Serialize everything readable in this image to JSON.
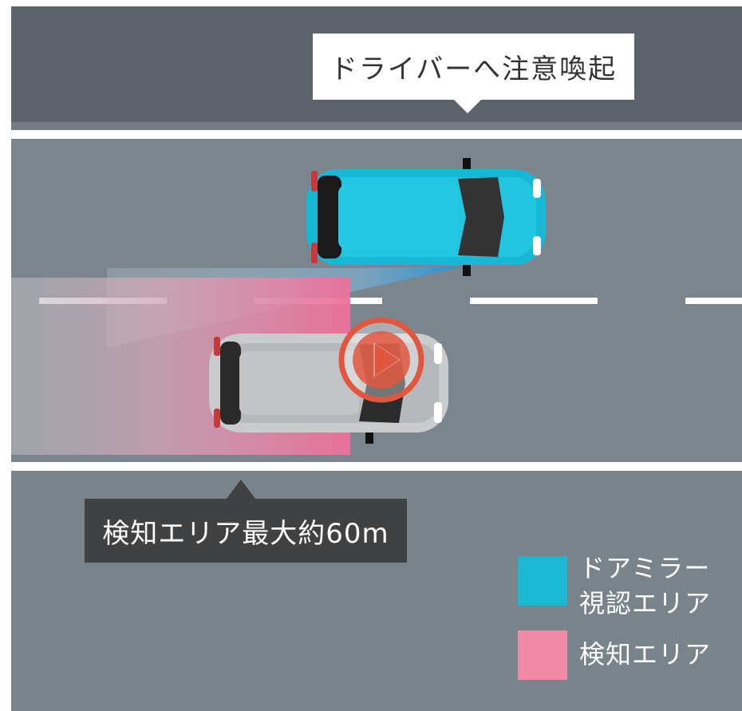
{
  "alert_callout": {
    "text": "ドライバーへ注意喚起"
  },
  "range_callout": {
    "text": "検知エリア最大約60m"
  },
  "legend": [
    {
      "label_line1": "ドアミラー",
      "label_line2": "視認エリア",
      "color": "#1cb9d2"
    },
    {
      "label_line1": "検知エリア",
      "label_line2": "",
      "color": "#f08aa5"
    }
  ],
  "colors": {
    "mirror_area": "#1cb9d2",
    "detect_area": "#f08aa5",
    "road": "#7b858d",
    "play_button": "#e0573f"
  },
  "icons": {
    "play": "play-button-icon"
  }
}
